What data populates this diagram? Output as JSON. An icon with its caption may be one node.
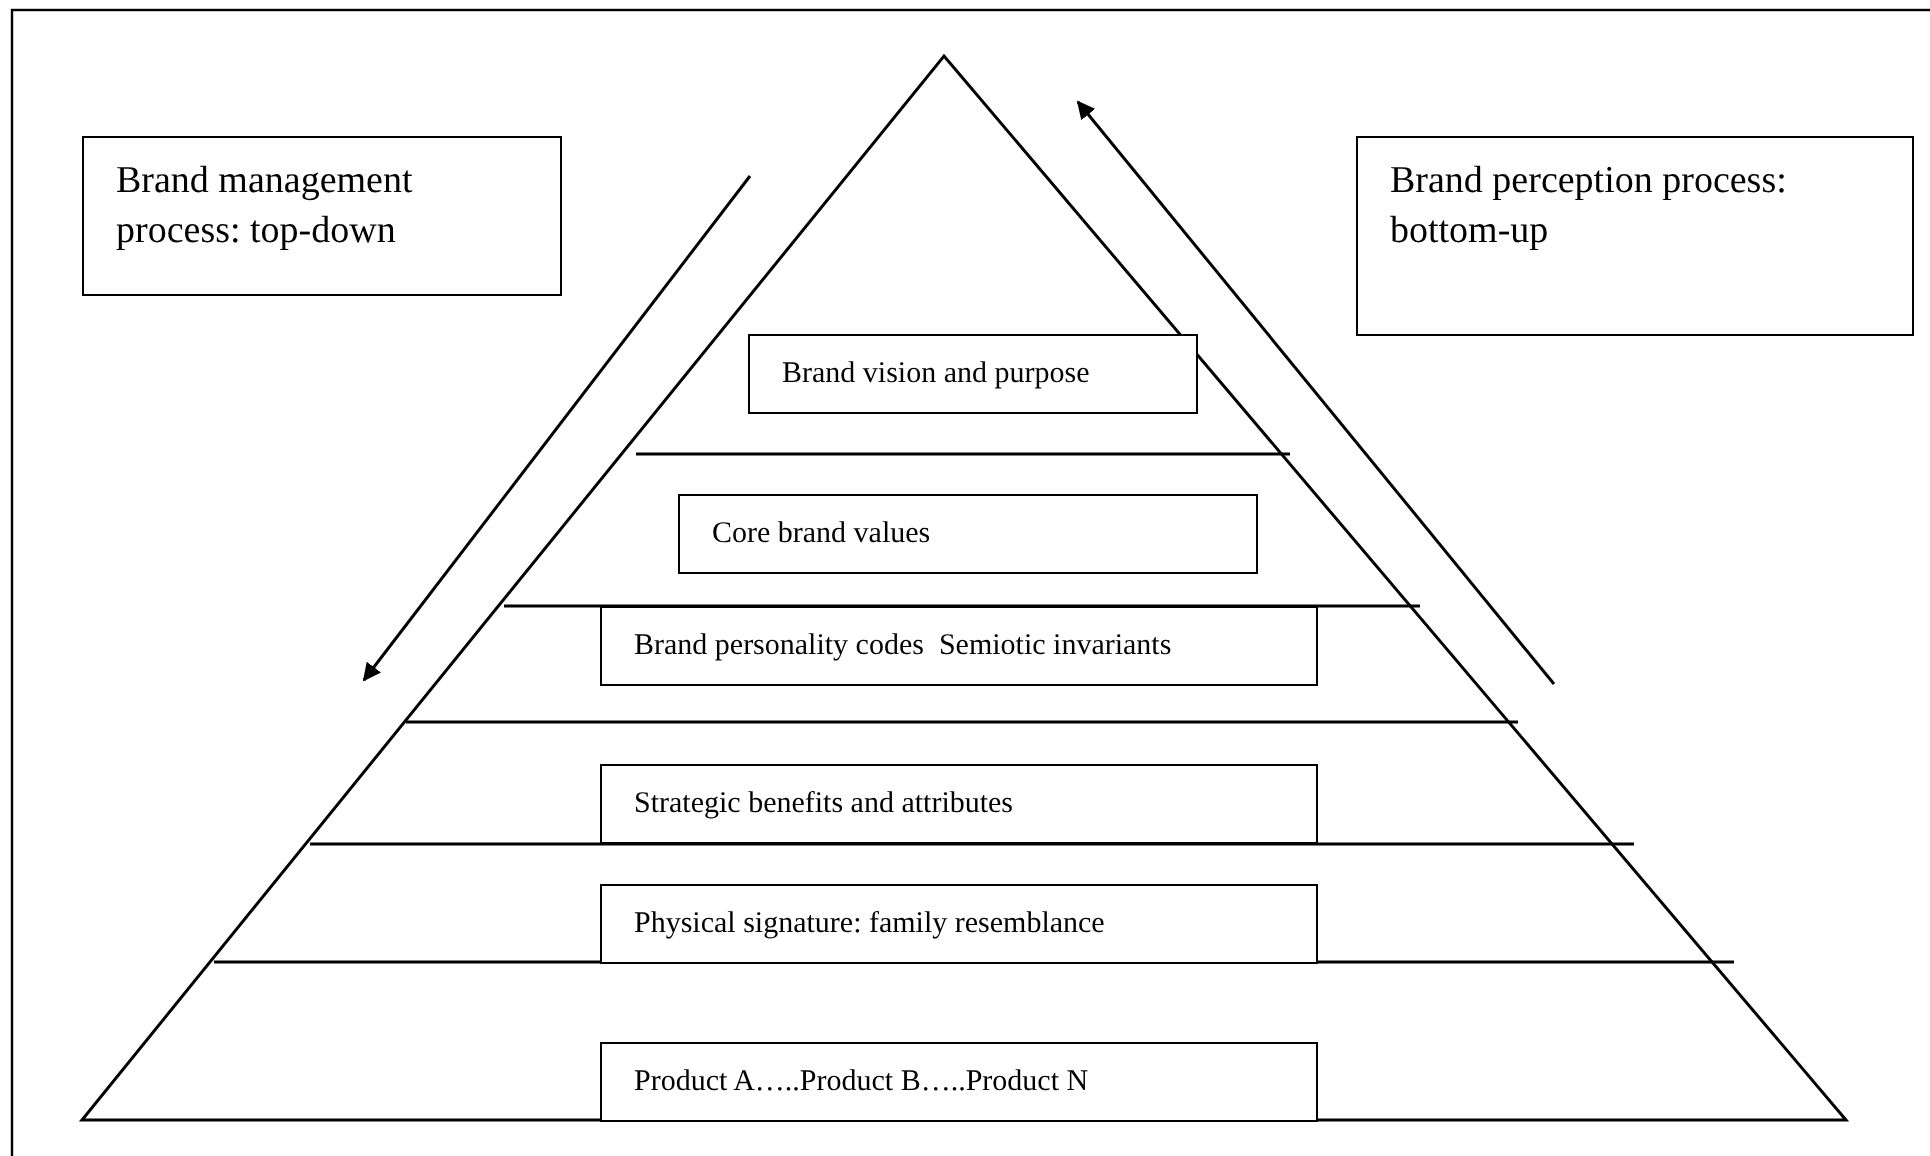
{
  "diagram": {
    "nodes": [
      {
        "text": [
          "Brand management process: top-down"
        ]
      },
      {
        "text": [
          "Brand perception process: bottom-up"
        ]
      },
      {
        "text": [
          "Brand vision and purpose"
        ]
      },
      {
        "text": [
          "Core brand values"
        ]
      },
      {
        "text": [
          "Brand personality codes  Semiotic invariants"
        ]
      },
      {
        "text": [
          "Strategic benefits and attributes"
        ]
      },
      {
        "text": [
          "Physical signature: family resemblance"
        ]
      },
      {
        "text": [
          "Product A…..Product B…..Product N"
        ]
      }
    ]
  }
}
